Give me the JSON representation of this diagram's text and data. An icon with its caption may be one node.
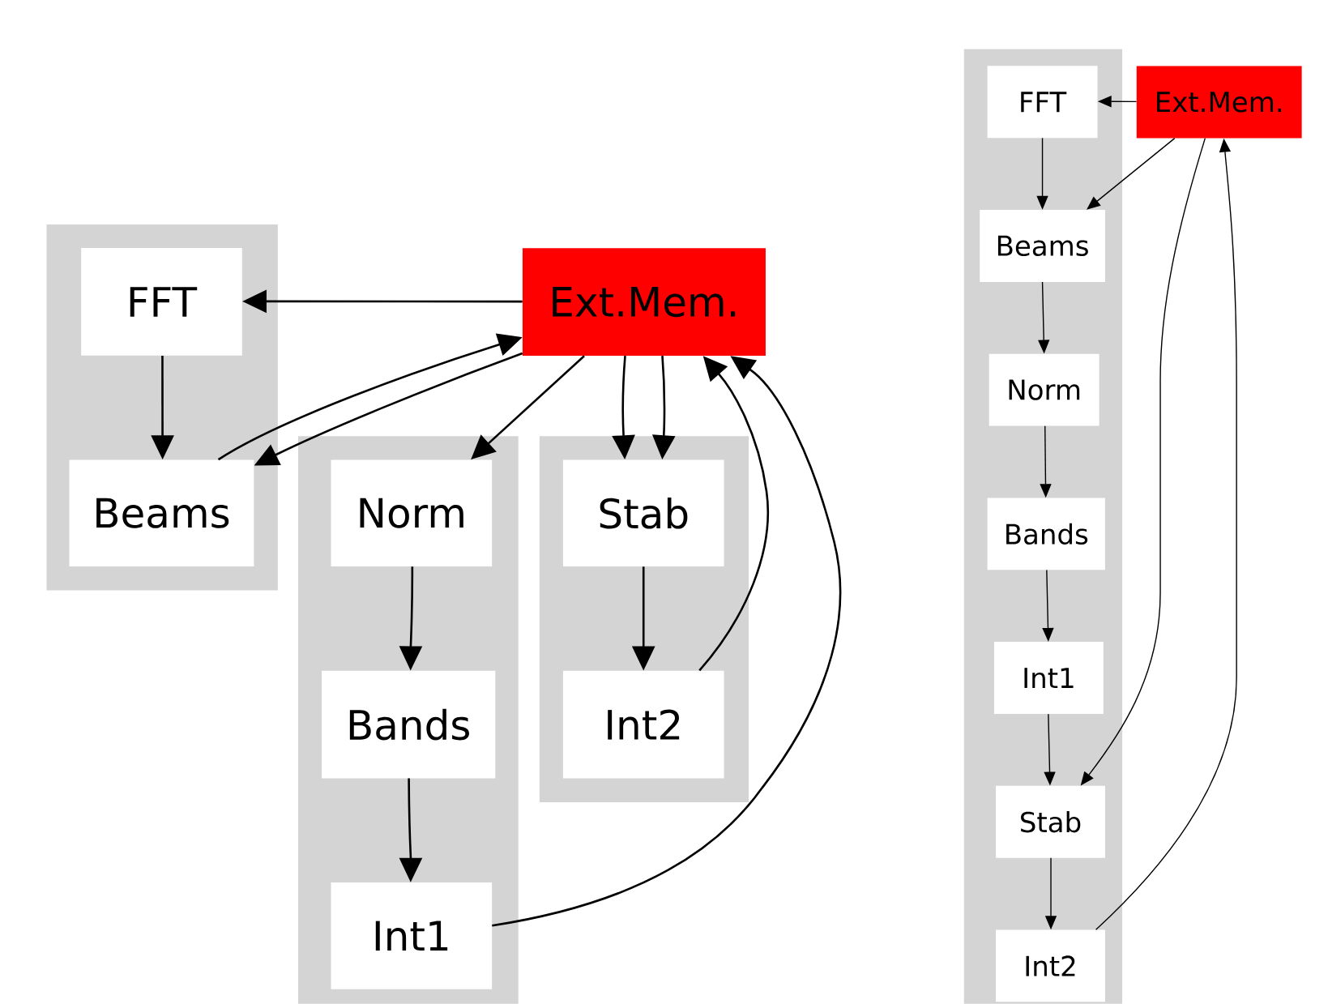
{
  "diagram": {
    "nodes": [
      {
        "text": [],
        "shape": "box"
      },
      {
        "text": [
          "FFT"
        ],
        "in": 0
      },
      {
        "text": [
          "Beams"
        ],
        "in": 0
      },
      {
        "text": [
          "Ext.Mem."
        ]
      },
      {
        "text": [],
        "shape": "box"
      },
      {
        "text": [
          "Norm"
        ],
        "in": 4
      },
      {
        "text": [
          "Bands"
        ],
        "in": 4
      },
      {
        "text": [
          "Int1"
        ],
        "in": 4
      },
      {
        "text": [],
        "shape": "box"
      },
      {
        "text": [
          "Stab"
        ],
        "in": 8
      },
      {
        "text": [
          "Int2"
        ],
        "in": 8
      },
      {
        "text": [],
        "shape": "box"
      },
      {
        "text": [
          "FFT"
        ],
        "in": 11
      },
      {
        "text": [
          "Beams"
        ],
        "in": 11
      },
      {
        "text": [
          "Norm"
        ],
        "in": 11
      },
      {
        "text": [
          "Bands"
        ],
        "in": 11
      },
      {
        "text": [
          "Int1"
        ],
        "in": 11
      },
      {
        "text": [
          "Stab"
        ],
        "in": 11
      },
      {
        "text": [
          "Int2"
        ],
        "in": 11
      },
      {
        "text": [
          "Ext.Mem."
        ]
      }
    ],
    "edges": [
      {
        "from": 3,
        "to": 1,
        "arrow": "to"
      },
      {
        "from": 1,
        "to": 2,
        "arrow": "to"
      },
      {
        "from": 2,
        "to": 3,
        "arrow": "to"
      },
      {
        "from": 3,
        "to": 2,
        "arrow": "to"
      },
      {
        "from": 3,
        "to": 5,
        "arrow": "to"
      },
      {
        "from": 3,
        "to": 9,
        "arrow": "to"
      },
      {
        "from": 3,
        "to": 9,
        "arrow": "to"
      },
      {
        "from": 5,
        "to": 6,
        "arrow": "to"
      },
      {
        "from": 6,
        "to": 7,
        "arrow": "to"
      },
      {
        "from": 9,
        "to": 10,
        "arrow": "to"
      },
      {
        "from": 10,
        "to": 3,
        "arrow": "to"
      },
      {
        "from": 7,
        "to": 3,
        "arrow": "to"
      },
      {
        "from": 19,
        "to": 12,
        "arrow": "to"
      },
      {
        "from": 12,
        "to": 13,
        "arrow": "to"
      },
      {
        "from": 19,
        "to": 13,
        "arrow": "to"
      },
      {
        "from": 13,
        "to": 14,
        "arrow": "to"
      },
      {
        "from": 14,
        "to": 15,
        "arrow": "to"
      },
      {
        "from": 15,
        "to": 16,
        "arrow": "to"
      },
      {
        "from": 16,
        "to": 17,
        "arrow": "to"
      },
      {
        "from": 19,
        "to": 17,
        "arrow": "to"
      },
      {
        "from": 17,
        "to": 18,
        "arrow": "to"
      },
      {
        "from": 18,
        "to": 19,
        "arrow": "to"
      }
    ]
  }
}
